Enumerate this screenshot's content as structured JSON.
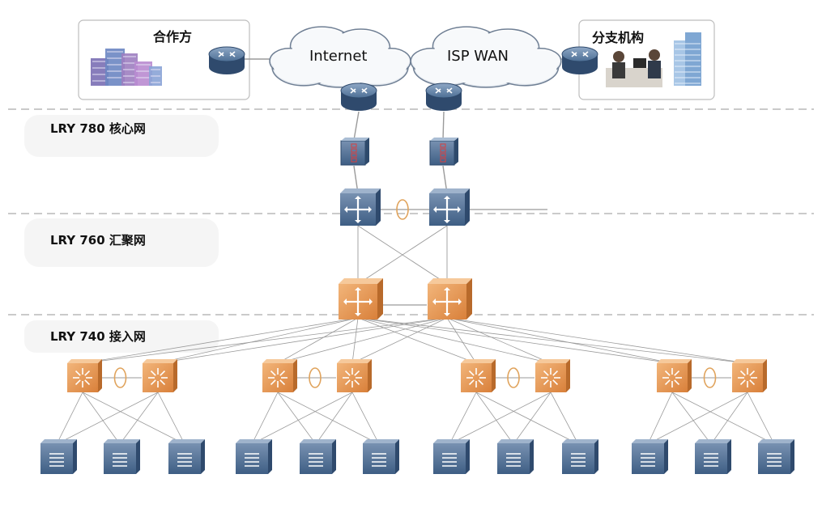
{
  "sites": {
    "partner_label": "合作方",
    "branch_label": "分支机构"
  },
  "clouds": {
    "internet_label": "Internet",
    "isp_label": "ISP WAN"
  },
  "layers": {
    "core_label": "LRY 780 核心网",
    "aggregation_label": "LRY 760 汇聚网",
    "access_label": "LRY 740 接入网"
  },
  "colors": {
    "router_blue": "#3f5f85",
    "switch_blue": "#4d6f95",
    "core_orange": "#e08f45",
    "access_orange": "#e8964f",
    "link_gray": "#9a9a9a",
    "dashed_divider": "#b8b8b8",
    "lag_ring": "#e0a35c"
  },
  "icons": {
    "router": "router-icon",
    "firewall": "firewall-icon",
    "core_switch": "core-switch-icon",
    "aggregation_switch": "aggregation-switch-icon",
    "access_pair_switch": "access-pair-switch-icon",
    "edge_switch": "edge-switch-icon",
    "cloud": "cloud-icon",
    "buildings": "buildings-icon",
    "office_people": "office-people-icon"
  }
}
